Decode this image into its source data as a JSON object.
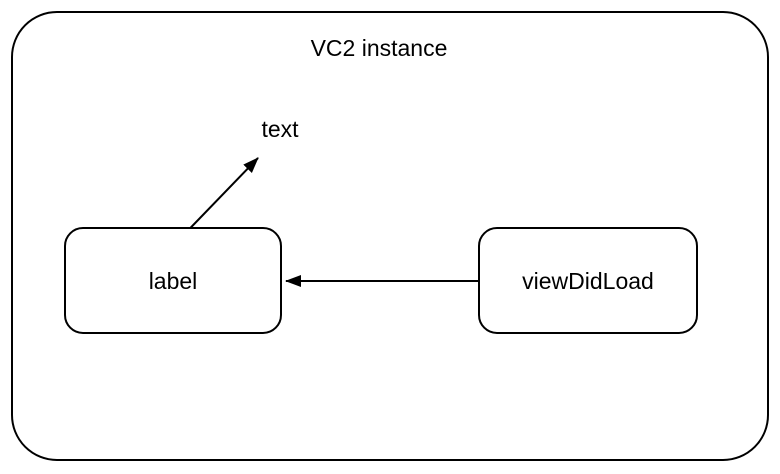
{
  "diagram": {
    "container": {
      "label": "VC2 instance"
    },
    "nodes": [
      {
        "label": "label"
      },
      {
        "label": "viewDidLoad"
      }
    ],
    "annotation": {
      "label": "text"
    },
    "edges": [
      {
        "from": "viewDidLoad",
        "to": "label",
        "style": "arrow"
      },
      {
        "from": "label",
        "to": "text",
        "style": "arrow"
      }
    ],
    "colors": {
      "stroke": "#000000",
      "fill": "#ffffff",
      "text": "#000000"
    }
  }
}
